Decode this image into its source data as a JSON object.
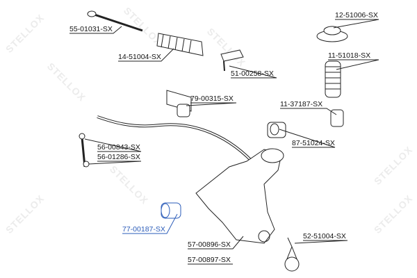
{
  "watermark": "STELLOX",
  "colors": {
    "line": "#222222",
    "highlight": "#2a5bb8",
    "watermark": "#ececec"
  },
  "parts": [
    {
      "id": "tie-rod",
      "label": "55-01031-SX"
    },
    {
      "id": "steering-boot",
      "label": "14-51004-SX"
    },
    {
      "id": "strut-mount",
      "label": "12-51006-SX"
    },
    {
      "id": "strut-boot",
      "label": "11-51018-SX"
    },
    {
      "id": "tie-rod-end",
      "label": "51-00258-SX"
    },
    {
      "id": "stabilizer-bushing",
      "label": "79-00315-SX"
    },
    {
      "id": "bump-stop",
      "label": "11-37187-SX"
    },
    {
      "id": "arm-bushing-rear",
      "label": "87-51024-SX"
    },
    {
      "id": "stabilizer-link-1",
      "label": "56-00843-SX"
    },
    {
      "id": "stabilizer-link-2",
      "label": "56-01286-SX"
    },
    {
      "id": "arm-bushing-front",
      "label": "77-00187-SX",
      "highlighted": true
    },
    {
      "id": "control-arm-1",
      "label": "57-00896-SX"
    },
    {
      "id": "control-arm-2",
      "label": "57-00897-SX"
    },
    {
      "id": "ball-joint",
      "label": "52-51004-SX"
    }
  ]
}
